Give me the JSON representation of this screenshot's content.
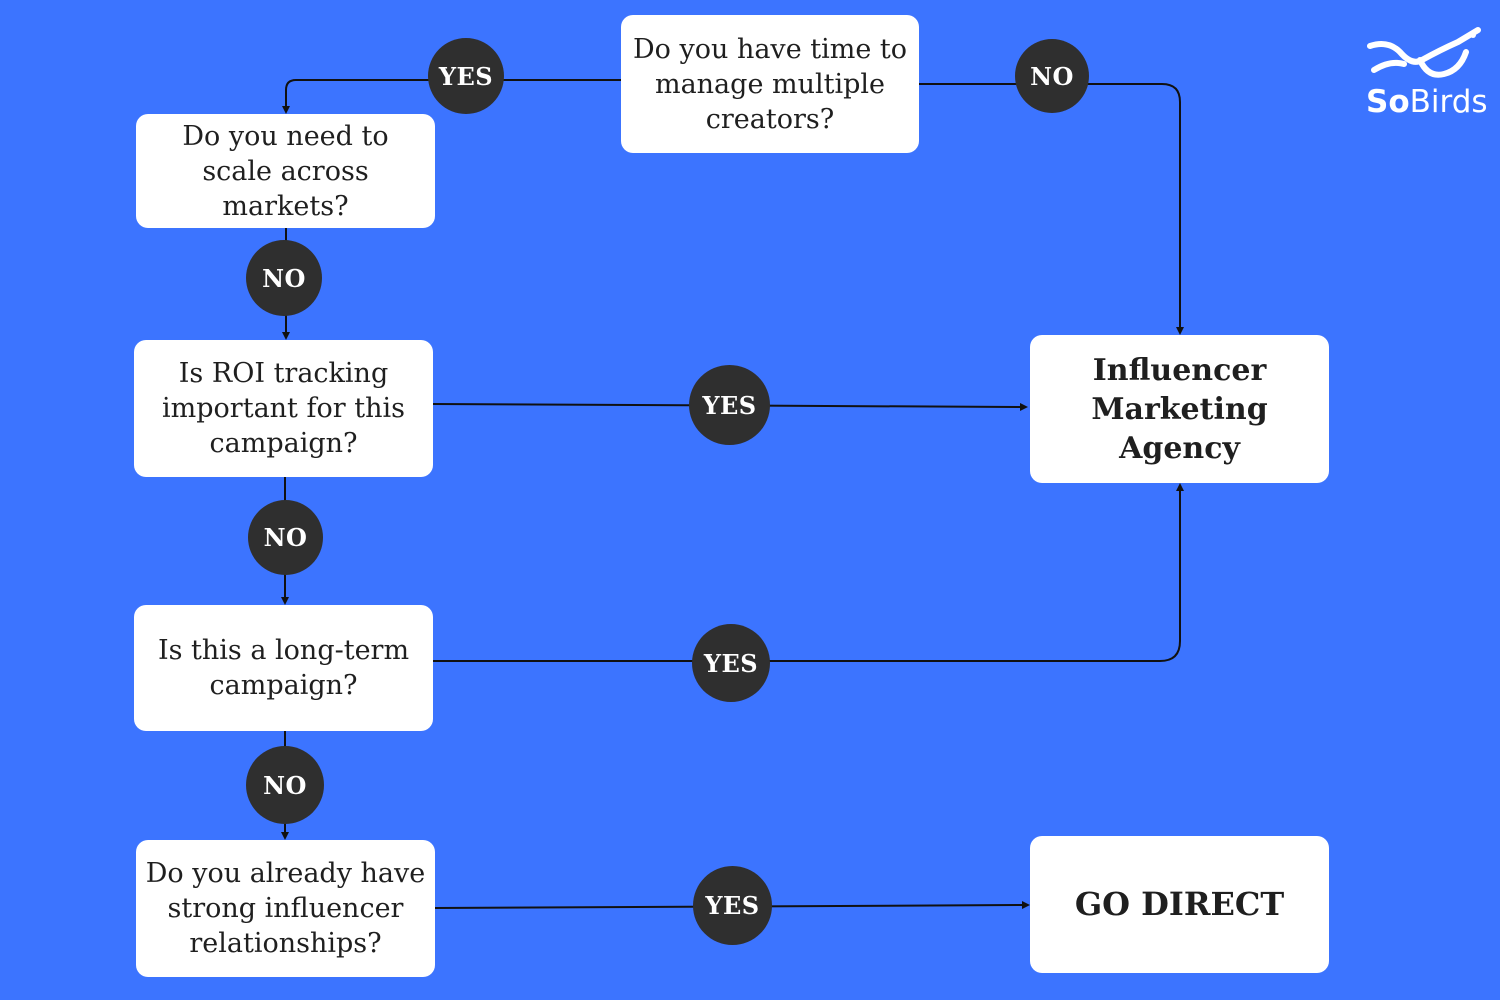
{
  "brand": {
    "name_part1": "So",
    "name_part2": "Birds",
    "icon": "bird-logo-icon"
  },
  "colors": {
    "background": "#3c74ff",
    "box": "#ffffff",
    "badge": "#2f2f2f",
    "line": "#111111"
  },
  "nodes": {
    "q_time": "Do you have time to manage multiple creators?",
    "q_scale": "Do you need to scale across markets?",
    "q_roi": "Is ROI tracking important for this campaign?",
    "q_longterm": "Is this a long-term campaign?",
    "q_relationships": "Do you already have strong influencer relationships?",
    "agency": "Influencer Marketing Agency",
    "direct": "GO DIRECT"
  },
  "edges": {
    "time_yes": "YES",
    "time_no": "NO",
    "scale_no": "NO",
    "roi_yes": "YES",
    "roi_no": "NO",
    "longterm_yes": "YES",
    "longterm_no": "NO",
    "relationships_yes": "YES"
  }
}
